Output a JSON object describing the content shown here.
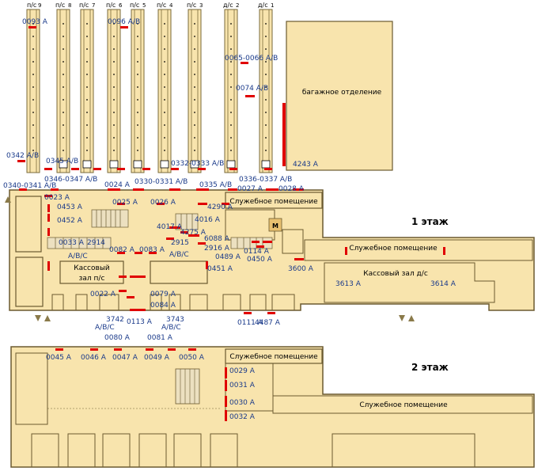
{
  "floors": {
    "first": "1 этаж",
    "second": "2 этаж"
  },
  "rooms": {
    "baggage": "багажное отделение",
    "service_top_f1": "Служебное помещение",
    "service_right_f1": "Служебное помещение",
    "ticket_left_line1": "Кассовый",
    "ticket_left_line2": "зал п/с",
    "ticket_right": "Кассовый зал д/с",
    "service_top_f2": "Служебное помещение",
    "service_right_f2": "Служебное помещение",
    "metro": "М"
  },
  "platforms": [
    {
      "type": "п/с",
      "num": "9"
    },
    {
      "type": "п/с",
      "num": "8"
    },
    {
      "type": "п/с",
      "num": "7"
    },
    {
      "type": "п/с",
      "num": "6"
    },
    {
      "type": "п/с",
      "num": "5"
    },
    {
      "type": "п/с",
      "num": "4"
    },
    {
      "type": "п/с",
      "num": "3"
    },
    {
      "type": "д/с",
      "num": "2"
    },
    {
      "type": "д/с",
      "num": "1"
    }
  ],
  "labels_f1": [
    "0093 А",
    "0096 А/В",
    "0065-0066 А/В",
    "0074 А/В",
    "0342 А/В",
    "0345 А/В",
    "0346-0347 А/В",
    "0332-0333 А/В",
    "0336-0337 А/В",
    "4243 А",
    "0340-0341 А/В",
    "0024 А",
    "0330-0331 А/В",
    "0335 А/В",
    "0027 А",
    "0028 А",
    "0023 А",
    "0025 А",
    "0026 А",
    "0453 А",
    "4290 А",
    "0452 А",
    "4016 А",
    "4017 А",
    "4275 А",
    "0033 А",
    "2914",
    "2915",
    "6088 А",
    "2916 А",
    "0114 А",
    "0450 А",
    "0489 А",
    "А/В/С",
    "0082 А",
    "0083 А",
    "А/В/С",
    "0451 А",
    "3600 А",
    "3613 А",
    "3614 А",
    "0022 А",
    "0079 А",
    "0084 А",
    "3742",
    "3743",
    "0113 А",
    "0111 А",
    "4487 А",
    "А/В/С",
    "А/В/С"
  ],
  "labels_f2": [
    "0080 А",
    "0081 А",
    "0045 А",
    "0046 А",
    "0047 А",
    "0049 А",
    "0050 А",
    "0029 А",
    "0031 А",
    "0030 А",
    "0032 А"
  ],
  "colors": {
    "floor": "#f8e4ad",
    "wall": "#8a7a4a",
    "marker": "#e00000",
    "label": "#1a3a8a"
  }
}
